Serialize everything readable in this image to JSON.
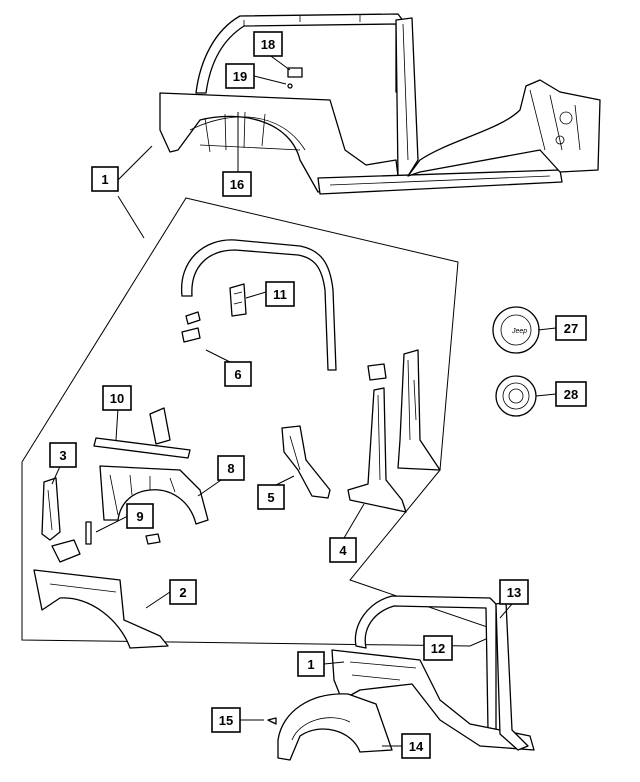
{
  "callouts": [
    {
      "id": "c1a",
      "label": "1"
    },
    {
      "id": "c1b",
      "label": "1"
    },
    {
      "id": "c2",
      "label": "2"
    },
    {
      "id": "c3",
      "label": "3"
    },
    {
      "id": "c4",
      "label": "4"
    },
    {
      "id": "c5",
      "label": "5"
    },
    {
      "id": "c6",
      "label": "6"
    },
    {
      "id": "c8",
      "label": "8"
    },
    {
      "id": "c9",
      "label": "9"
    },
    {
      "id": "c10",
      "label": "10"
    },
    {
      "id": "c11",
      "label": "11"
    },
    {
      "id": "c12",
      "label": "12"
    },
    {
      "id": "c13",
      "label": "13"
    },
    {
      "id": "c14",
      "label": "14"
    },
    {
      "id": "c15",
      "label": "15"
    },
    {
      "id": "c16",
      "label": "16"
    },
    {
      "id": "c18",
      "label": "18"
    },
    {
      "id": "c19",
      "label": "19"
    },
    {
      "id": "c27",
      "label": "27"
    },
    {
      "id": "c28",
      "label": "28"
    }
  ],
  "emblem_text": "Jeep"
}
